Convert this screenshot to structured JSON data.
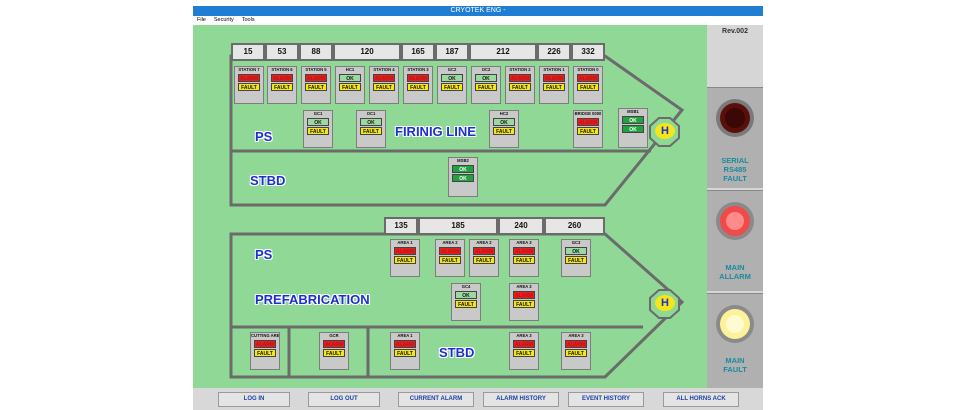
{
  "window": {
    "title": "CRYOTEK ENG -"
  },
  "menu": [
    "File",
    "Security",
    "Tools"
  ],
  "revision": "Rev.002",
  "top_ship": {
    "numbers": [
      "15",
      "53",
      "88",
      "120",
      "165",
      "187",
      "212",
      "226",
      "332"
    ],
    "ps_label": "PS",
    "stbd_label": "STBD",
    "firing_label": "FIRINIG LINE",
    "stations": [
      {
        "title": "STATION 7",
        "status": "ALARM",
        "fault": "FAULT"
      },
      {
        "title": "STATION 6",
        "status": "ALARM",
        "fault": "FAULT"
      },
      {
        "title": "STATION 5",
        "status": "ALARM",
        "fault": "FAULT"
      },
      {
        "title": "HC1",
        "status": "OK",
        "fault": "FAULT"
      },
      {
        "title": "STATION 4",
        "status": "ALARM",
        "fault": "FAULT"
      },
      {
        "title": "STATION 3",
        "status": "ALARM",
        "fault": "FAULT"
      },
      {
        "title": "GC2",
        "status": "OK",
        "fault": "FAULT"
      },
      {
        "title": "OC2",
        "status": "OK",
        "fault": "FAULT"
      },
      {
        "title": "STATION 2",
        "status": "ALARM",
        "fault": "FAULT"
      },
      {
        "title": "STATION 1",
        "status": "ALARM",
        "fault": "FAULT"
      },
      {
        "title": "STATION 0",
        "status": "ALARM",
        "fault": "FAULT"
      }
    ],
    "row2": [
      {
        "title": "GC1",
        "status": "OK",
        "fault": "FAULT"
      },
      {
        "title": "OC1",
        "status": "OK",
        "fault": "FAULT"
      },
      {
        "title": "HC2",
        "status": "OK",
        "fault": "FAULT"
      },
      {
        "title": "BRIDGE 0000",
        "status": "ALARM",
        "fault": "FAULT"
      }
    ],
    "msb1": {
      "title": "MSB1",
      "a": "OK",
      "b": "OK"
    },
    "msb2": {
      "title": "MSB2",
      "a": "OK",
      "b": "OK"
    },
    "h": "H"
  },
  "bottom_ship": {
    "numbers": [
      "135",
      "185",
      "240",
      "260"
    ],
    "ps_label": "PS",
    "prefab_label": "PREFABRICATION",
    "stbd_label": "STBD",
    "h": "H",
    "ps_row": [
      {
        "title": "AREA 1",
        "status": "ALARM",
        "fault": "FAULT"
      },
      {
        "title": "AREA 2",
        "status": "ALARM",
        "fault": "FAULT"
      },
      {
        "title": "AREA 2",
        "status": "ALARM",
        "fault": "FAULT"
      },
      {
        "title": "AREA 3",
        "status": "ALARM",
        "fault": "FAULT"
      },
      {
        "title": "GC3",
        "status": "OK",
        "fault": "FAULT"
      }
    ],
    "mid_row": [
      {
        "title": "GC4",
        "status": "OK",
        "fault": "FAULT"
      },
      {
        "title": "AREA 3",
        "status": "ALARM",
        "fault": "FAULT"
      }
    ],
    "stbd_row": [
      {
        "title": "CUTTING AREA",
        "status": "ALARM",
        "fault": "FAULT"
      },
      {
        "title": "GCR",
        "status": "ALARM",
        "fault": "FAULT"
      },
      {
        "title": "AREA 1",
        "status": "ALARM",
        "fault": "FAULT"
      },
      {
        "title": "AREA 3",
        "status": "ALARM",
        "fault": "FAULT"
      },
      {
        "title": "AREA 3",
        "status": "ALARM",
        "fault": "FAULT"
      }
    ]
  },
  "lamps": [
    {
      "label1": "SERIAL",
      "label2": "RS485",
      "label3": "FAULT",
      "color": "#5a0f0a"
    },
    {
      "label1": "MAIN",
      "label2": "ALLARM",
      "label3": "",
      "color": "#f04a4a"
    },
    {
      "label1": "MAIN",
      "label2": "FAULT",
      "label3": "",
      "color": "#fbf29a"
    }
  ],
  "buttons": [
    "LOG IN",
    "LOG OUT",
    "CURRENT ALARM",
    "ALARM HISTORY",
    "EVENT HISTORY",
    "ALL HORNS ACK"
  ]
}
